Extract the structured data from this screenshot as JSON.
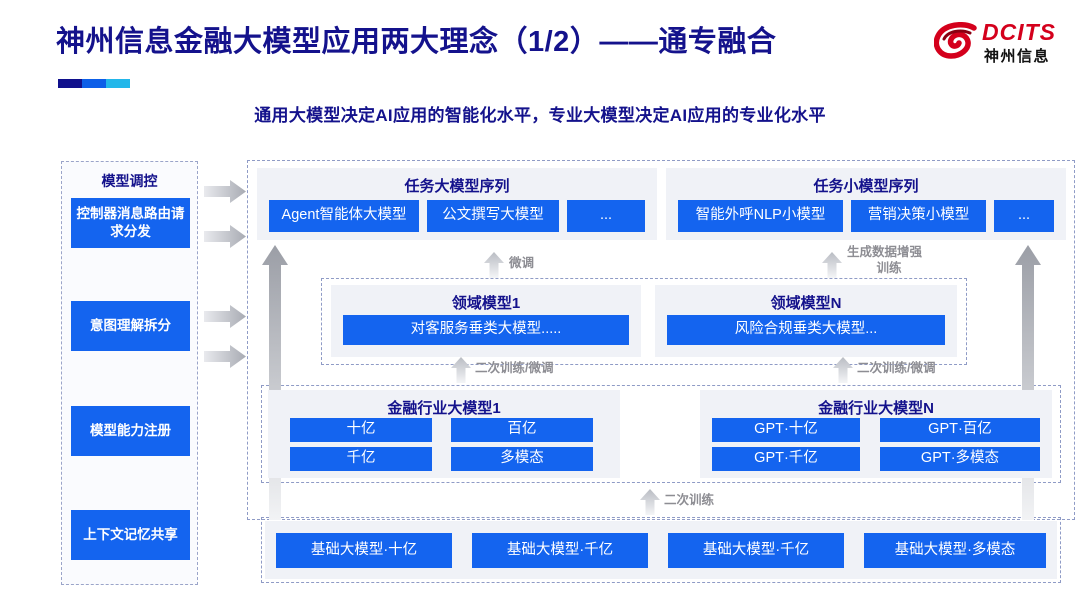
{
  "header": {
    "title": "神州信息金融大模型应用两大理念（1/2）——通专融合",
    "subtitle": "通用大模型决定AI应用的智能化水平，专业大模型决定AI应用的专业化水平",
    "logo_en": "DCITS",
    "logo_cn": "神州信息",
    "accent_colors": [
      "#10108c",
      "#0d5fe8",
      "#23b7ea"
    ],
    "title_color": "#14128c"
  },
  "control_panel": {
    "title": "模型调控",
    "items": [
      {
        "label": "控制器消息路由请求分发"
      },
      {
        "label": "意图理解拆分"
      },
      {
        "label": "模型能力注册"
      },
      {
        "label": "上下文记忆共享"
      }
    ]
  },
  "task_big": {
    "title": "任务大模型序列",
    "boxes": [
      "Agent智能体大模型",
      "公文撰写大模型",
      "..."
    ]
  },
  "task_small": {
    "title": "任务小模型序列",
    "boxes": [
      "智能外呼NLP小模型",
      "营销决策小模型",
      "..."
    ]
  },
  "domain": {
    "panels": [
      {
        "title": "领域模型1",
        "box": "对客服务垂类大模型....."
      },
      {
        "title": "领域模型N",
        "box": "风险合规垂类大模型..."
      }
    ]
  },
  "industry": {
    "panels": [
      {
        "title": "金融行业大模型1",
        "boxes": [
          "十亿",
          "百亿",
          "千亿",
          "多模态"
        ]
      },
      {
        "title": "金融行业大模型N",
        "boxes": [
          "GPT·十亿",
          "GPT·百亿",
          "GPT·千亿",
          "GPT·多模态"
        ]
      }
    ]
  },
  "base": {
    "boxes": [
      "基础大模型·十亿",
      "基础大模型·千亿",
      "基础大模型·千亿",
      "基础大模型·多模态"
    ]
  },
  "arrow_labels": {
    "finetune": "微调",
    "data_aug": "生成数据增强\n训练",
    "data_aug_line1": "生成数据增强",
    "data_aug_line2": "训练",
    "retrain_finetune_left": "二次训练/微调",
    "retrain_finetune_right": "二次训练/微调",
    "retrain": "二次训练"
  },
  "colors": {
    "box_blue": "#1464ef",
    "panel_gray": "#f0f2f7",
    "arrow_gray": "#bfc2c9",
    "dashed_border": "#8f9bc6"
  }
}
